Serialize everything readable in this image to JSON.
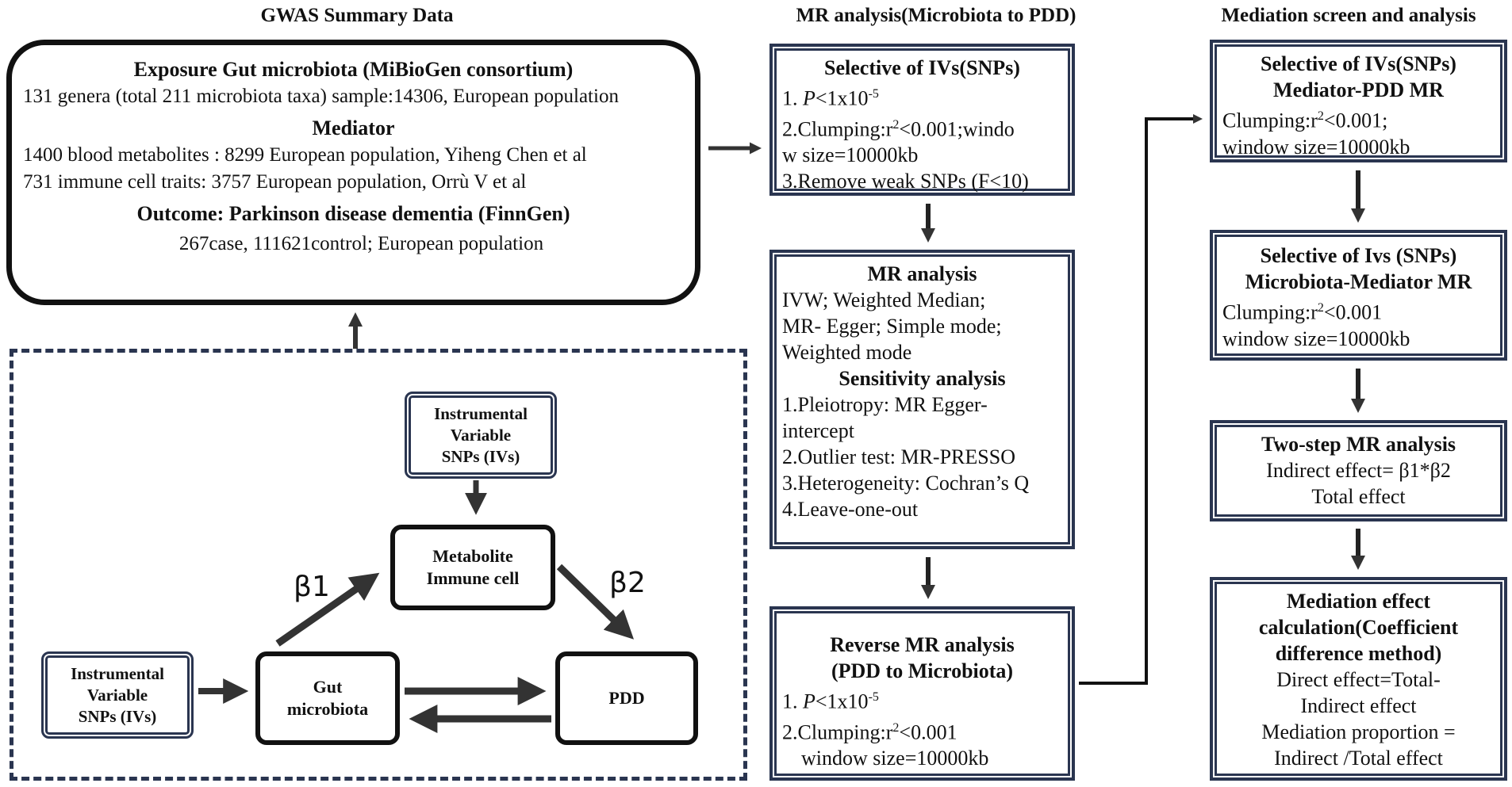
{
  "headers": {
    "gwas": "GWAS Summary Data",
    "mr": "MR analysis(Microbiota to PDD)",
    "mediation": "Mediation screen and analysis"
  },
  "gwas_box": {
    "exposure_title": "Exposure Gut microbiota (MiBioGen consortium)",
    "exposure_text": "131 genera (total 211 microbiota taxa)  sample:14306,  European population",
    "mediator_title": "Mediator",
    "mediator_line1": "1400 blood metabolites : 8299 European population, Yiheng Chen et al",
    "mediator_line2": "731 immune cell traits: 3757 European population, Orrù V et al",
    "outcome_title": "Outcome: Parkinson disease dementia (FinnGen)",
    "outcome_text": "267case, 111621control; European population"
  },
  "model": {
    "iv_top": [
      "Instrumental",
      "Variable",
      "SNPs (IVs)"
    ],
    "iv_left": [
      "Instrumental",
      "Variable",
      "SNPs (IVs)"
    ],
    "mediator": [
      "Metabolite",
      "Immune cell"
    ],
    "gut": [
      "Gut",
      "microbiota"
    ],
    "pdd": "PDD",
    "beta1": "β1",
    "beta2": "β2"
  },
  "mr_column": {
    "selective": {
      "title": "Selective of IVs(SNPs)",
      "l1_num": "1. ",
      "l1_p": "P",
      "l1_rest": "<1x10",
      "l1_exp": "-5",
      "l2_a": "2.Clumping:r",
      "l2_sup": "2",
      "l2_b": "<0.001;windo",
      "l3": "w size=10000kb",
      "l4": "3.Remove weak SNPs (F<10)"
    },
    "analysis": {
      "title": "MR analysis",
      "l1": "IVW;  Weighted Median;",
      "l2": "MR- Egger; Simple mode;",
      "l3": "Weighted mode",
      "sens_title": "Sensitivity analysis",
      "s1": "1.Pleiotropy: MR Egger-",
      "s2": "intercept",
      "s3": "2.Outlier test:  MR-PRESSO",
      "s4": "3.Heterogeneity: Cochran’s Q",
      "s5": "4.Leave-one-out"
    },
    "reverse": {
      "title1": "Reverse MR analysis",
      "title2": "(PDD to Microbiota)",
      "l1_num": "1. ",
      "l1_p": "P",
      "l1_rest": "<1x10",
      "l1_exp": "-5",
      "l2_a": "2.Clumping:r",
      "l2_sup": "2",
      "l2_b": "<0.001",
      "l3": "window  size=10000kb"
    }
  },
  "mediation_column": {
    "box1": {
      "title1": "Selective of IVs(SNPs)",
      "title2": "Mediator-PDD MR",
      "l1_a": "Clumping:r",
      "l1_sup": "2",
      "l1_b": "<0.001;",
      "l2": "window size=10000kb"
    },
    "box2": {
      "title1": "Selective of Ivs (SNPs)",
      "title2": "Microbiota-Mediator MR",
      "l1_a": "Clumping:r",
      "l1_sup": "2",
      "l1_b": "<0.001",
      "l2": "window size=10000kb"
    },
    "box3": {
      "title": "Two-step MR analysis",
      "l1": "Indirect effect= β1*β2",
      "l2": "Total effect"
    },
    "box4": {
      "title1": "Mediation effect",
      "title2": "calculation(Coefficient",
      "title3": "difference method)",
      "l1": "Direct effect=Total-",
      "l2": "Indirect effect",
      "l3": "Mediation proportion =",
      "l4": "Indirect /Total effect"
    }
  },
  "colors": {
    "box_border": "#2a3550",
    "black": "#111111",
    "arrow": "#333333"
  }
}
